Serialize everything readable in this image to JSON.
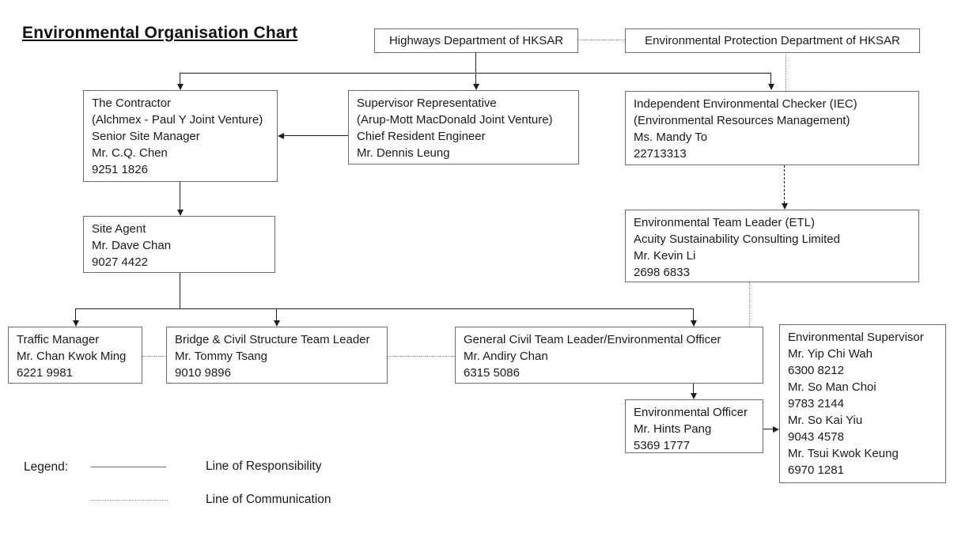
{
  "title": "Environmental Organisation Chart",
  "boxes": {
    "highways": [
      "Highways Department of HKSAR"
    ],
    "epd": [
      "Environmental Protection Department of HKSAR"
    ],
    "contractor": [
      "The Contractor",
      "(Alchmex - Paul Y Joint Venture)",
      "Senior Site Manager",
      "Mr. C.Q. Chen",
      "9251 1826"
    ],
    "supervisor_rep": [
      "Supervisor Representative",
      "(Arup-Mott MacDonald Joint Venture)",
      "Chief Resident Engineer",
      "Mr. Dennis Leung"
    ],
    "iec": [
      "Independent Environmental Checker (IEC)",
      "(Environmental Resources Management)",
      "Ms. Mandy To",
      "22713313"
    ],
    "site_agent": [
      "Site Agent",
      "Mr. Dave Chan",
      "9027 4422"
    ],
    "etl": [
      "Environmental Team Leader (ETL)",
      "Acuity Sustainability Consulting Limited",
      "Mr. Kevin Li",
      "2698 6833"
    ],
    "traffic_manager": [
      "Traffic Manager",
      "Mr. Chan Kwok Ming",
      "6221 9981"
    ],
    "bridge_leader": [
      "Bridge & Civil Structure Team Leader",
      "Mr. Tommy Tsang",
      "9010 9896"
    ],
    "general_civil": [
      "General Civil Team Leader/Environmental Officer",
      "Mr. Andiry Chan",
      "6315 5086"
    ],
    "env_supervisor": [
      "Environmental Supervisor",
      "Mr. Yip Chi Wah",
      "6300 8212",
      "Mr. So Man Choi",
      "9783 2144",
      "Mr. So Kai Yiu",
      "9043 4578",
      "Mr. Tsui Kwok Keung",
      "6970 1281"
    ],
    "env_officer": [
      "Environmental Officer",
      "Mr. Hints Pang",
      "5369 1777"
    ]
  },
  "legend": {
    "label": "Legend:",
    "items": [
      {
        "style": "solid",
        "label": "Line of Responsibility"
      },
      {
        "style": "dotted",
        "label": "Line of Communication"
      }
    ]
  },
  "colors": {
    "box_border": "#6b6b6b",
    "responsibility_line": "#1f1f1f",
    "communication_line": "#8a8a8a",
    "text": "#1a1a1a",
    "background": "#ffffff"
  }
}
